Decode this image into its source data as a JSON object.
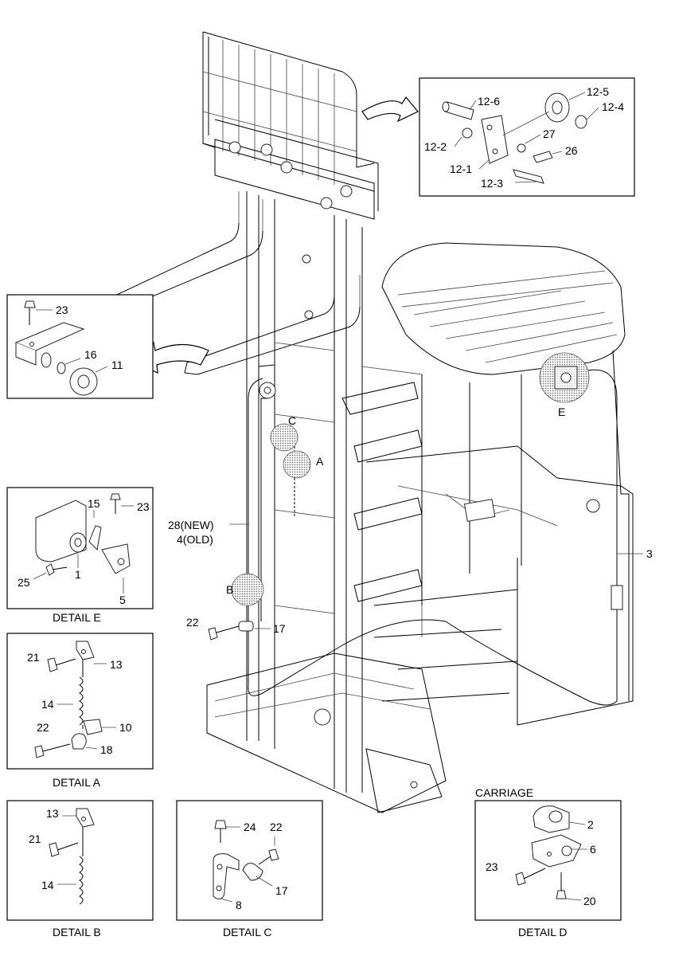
{
  "callouts": {
    "c23a": "23",
    "c16": "16",
    "c11": "11",
    "c12_6": "12-6",
    "c12_5": "12-5",
    "c12_4": "12-4",
    "c12_2": "12-2",
    "c27": "27",
    "c26": "26",
    "c12_1": "12-1",
    "c12_3": "12-3",
    "c15": "15",
    "c23e": "23",
    "c25": "25",
    "c1": "1",
    "c5": "5",
    "c28": "28(NEW)",
    "c4": "4(OLD)",
    "c3": "3",
    "c22m": "22",
    "c17m": "17",
    "c21a": "21",
    "c13a": "13",
    "c14a": "14",
    "c22a": "22",
    "c10": "10",
    "c18": "18",
    "c13b": "13",
    "c21b": "21",
    "c14b": "14",
    "c24": "24",
    "c22c": "22",
    "c17c": "17",
    "c8": "8",
    "c2": "2",
    "c6": "6",
    "c23d": "23",
    "c20": "20"
  },
  "markers": {
    "A": "A",
    "B": "B",
    "C": "C",
    "E": "E"
  },
  "captions": {
    "detail_e": "DETAIL E",
    "detail_a": "DETAIL A",
    "detail_b": "DETAIL B",
    "detail_c": "DETAIL C",
    "detail_d": "DETAIL D",
    "carriage": "CARRIAGE"
  }
}
